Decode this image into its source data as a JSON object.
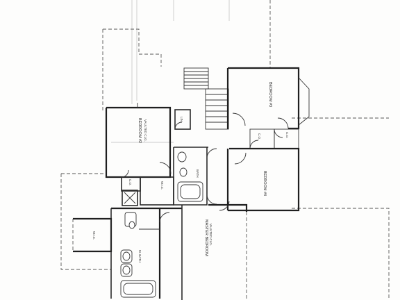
{
  "labels": {
    "bedroom_2": "BEDROOM #2",
    "bedroom_2_sub": "VAULTED CLG.",
    "bedroom_3": "BEDROOM #3",
    "bedroom_4": "BEDROOM #4",
    "master_bedroom": "MASTER BEDROOM",
    "master_bedroom_sub": "VAULTED CLG.",
    "bath": "BATH",
    "m_bath": "M. BATH",
    "wic_upper": "W.I.C.",
    "wic_lower": "W.I.C.",
    "lin": "LIN.",
    "co_left": "C.O.",
    "co_mid": "C.O.",
    "co_right": "C.O."
  }
}
